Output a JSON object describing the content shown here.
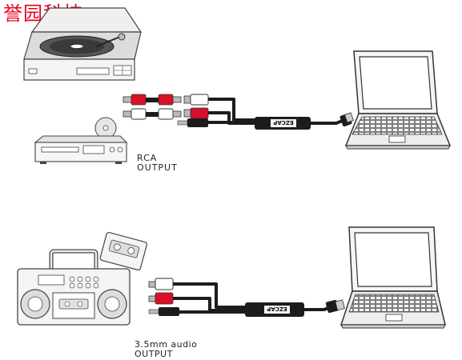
{
  "watermark": {
    "text": "誉园科技"
  },
  "adapter": {
    "label": "EZCAP"
  },
  "sections": {
    "top": {
      "caption_line1": "RCA",
      "caption_line2": "OUTPUT"
    },
    "bottom": {
      "caption_line1": "3.5mm audio",
      "caption_line2": "OUTPUT"
    }
  },
  "colors": {
    "rca_red": "#d8102a",
    "rca_white": "#ffffff",
    "cable": "#1c1c1c",
    "device_body": "#f4f4f4",
    "outline": "#444444",
    "screen": "#ffffff",
    "watermark": "#e8001c"
  },
  "icons": [
    "turntable-icon",
    "dvd-player-icon",
    "boombox-icon",
    "cassette-icon",
    "laptop-icon",
    "usb-plug-icon",
    "rca-plug-icon",
    "audio-35mm-plug-icon"
  ]
}
